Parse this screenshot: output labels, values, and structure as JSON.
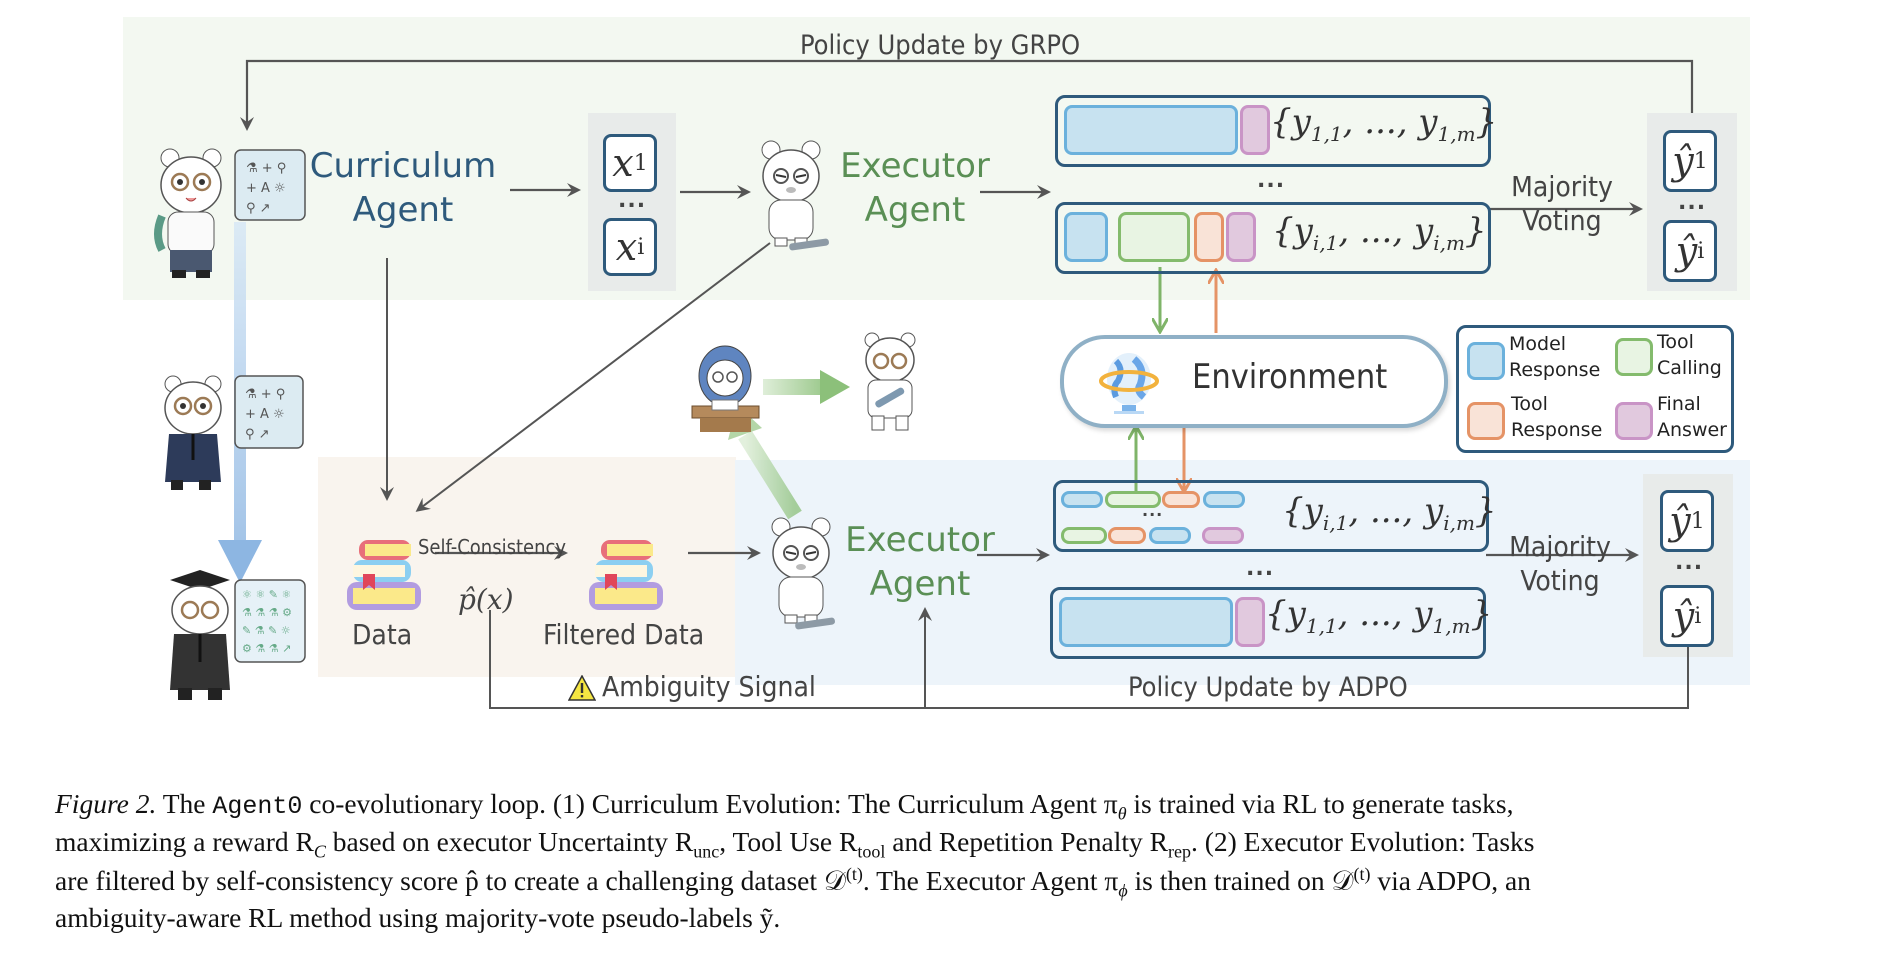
{
  "figure": {
    "top_section": {
      "policy_update_label": "Policy Update by GRPO",
      "curriculum_agent_label_line1": "Curriculum",
      "curriculum_agent_label_line2": "Agent",
      "tasks": {
        "first": "x",
        "first_sub": "1",
        "last": "x",
        "last_sub": "i",
        "ellipsis": "..."
      },
      "executor_agent_label_line1": "Executor",
      "executor_agent_label_line2": "Agent",
      "responses": [
        {
          "set_label_prefix": "{y",
          "set_first_sub": "1,1",
          "set_mid": ", ..., y",
          "set_last_sub": "1,m",
          "set_close": "}",
          "blocks": [
            "model-response",
            "final-answer"
          ]
        },
        {
          "set_label_prefix": "{y",
          "set_first_sub": "i,1",
          "set_mid": ", ..., y",
          "set_last_sub": "i,m",
          "set_close": "}",
          "blocks": [
            "model-response",
            "tool-calling",
            "tool-response",
            "final-answer"
          ]
        }
      ],
      "responses_ellipsis": "...",
      "majority_voting_line1": "Majority",
      "majority_voting_line2": "Voting",
      "answers": {
        "first": "ŷ",
        "first_sub": "1",
        "last": "ŷ",
        "last_sub": "i",
        "ellipsis": "..."
      }
    },
    "environment_label": "Environment",
    "legend": [
      {
        "label_line1": "Model",
        "label_line2": "Response",
        "color": "#c7e2f0",
        "border": "#6bb1dc"
      },
      {
        "label_line1": "Tool",
        "label_line2": "Calling",
        "color": "#e8f4e3",
        "border": "#84bb6d"
      },
      {
        "label_line1": "Tool",
        "label_line2": "Response",
        "color": "#f9e3d7",
        "border": "#e59366"
      },
      {
        "label_line1": "Final",
        "label_line2": "Answer",
        "color": "#e1c9de",
        "border": "#c994c6"
      }
    ],
    "bottom_section": {
      "data_label": "Data",
      "self_consistency_label": "Self-Consistency",
      "p_hat_label": "p̂(x)",
      "filtered_data_label": "Filtered Data",
      "executor_agent_label_line1": "Executor",
      "executor_agent_label_line2": "Agent",
      "responses": [
        {
          "set_label_prefix": "{y",
          "set_first_sub": "i,1",
          "set_mid": ", ..., y",
          "set_last_sub": "i,m",
          "set_close": "}"
        },
        {
          "set_label_prefix": "{y",
          "set_first_sub": "1,1",
          "set_mid": ", ..., y",
          "set_last_sub": "1,m",
          "set_close": "}"
        }
      ],
      "inner_ellipsis": "...",
      "responses_ellipsis": "...",
      "majority_voting_line1": "Majority",
      "majority_voting_line2": "Voting",
      "answers": {
        "first": "ŷ",
        "first_sub": "1",
        "last": "ŷ",
        "last_sub": "i",
        "ellipsis": "..."
      },
      "ambiguity_signal_label": "Ambiguity Signal",
      "policy_update_label": "Policy Update by ADPO"
    },
    "colors": {
      "curriculum_text": "#2e5a7c",
      "executor_text": "#5a8f55",
      "box_border": "#2e5a7c",
      "top_panel_bg": "#f3f8f1",
      "data_panel_bg": "#f9f4ee",
      "bottom_panel_bg": "#edf4fa"
    }
  },
  "caption": {
    "line1": {
      "figure_label": "Figure 2.",
      "text_a": " The ",
      "code": "Agent0",
      "text_b": " co-evolutionary loop. (1) Curriculum Evolution: The Curriculum Agent π",
      "sub_theta": "θ",
      "text_c": " is trained via RL to generate tasks,"
    },
    "line2": {
      "text_a": "maximizing a reward R",
      "sub_c": "C",
      "text_b": " based on executor Uncertainty R",
      "sub_unc": "unc",
      "text_c": ", Tool Use R",
      "sub_tool": "tool",
      "text_d": " and Repetition Penalty R",
      "sub_rep": "rep",
      "text_e": ". (2) Executor Evolution: Tasks"
    },
    "line3": {
      "text_a": "are filtered by self-consistency score p̂ to create a challenging dataset 𝒟",
      "sup_t1": "(t)",
      "text_b": ". The Executor Agent π",
      "sub_phi": "ϕ",
      "text_c": " is then trained on 𝒟",
      "sup_t2": "(t)",
      "text_d": " via ADPO, an"
    },
    "line4": {
      "text": "ambiguity-aware RL method using majority-vote pseudo-labels ỹ."
    }
  }
}
